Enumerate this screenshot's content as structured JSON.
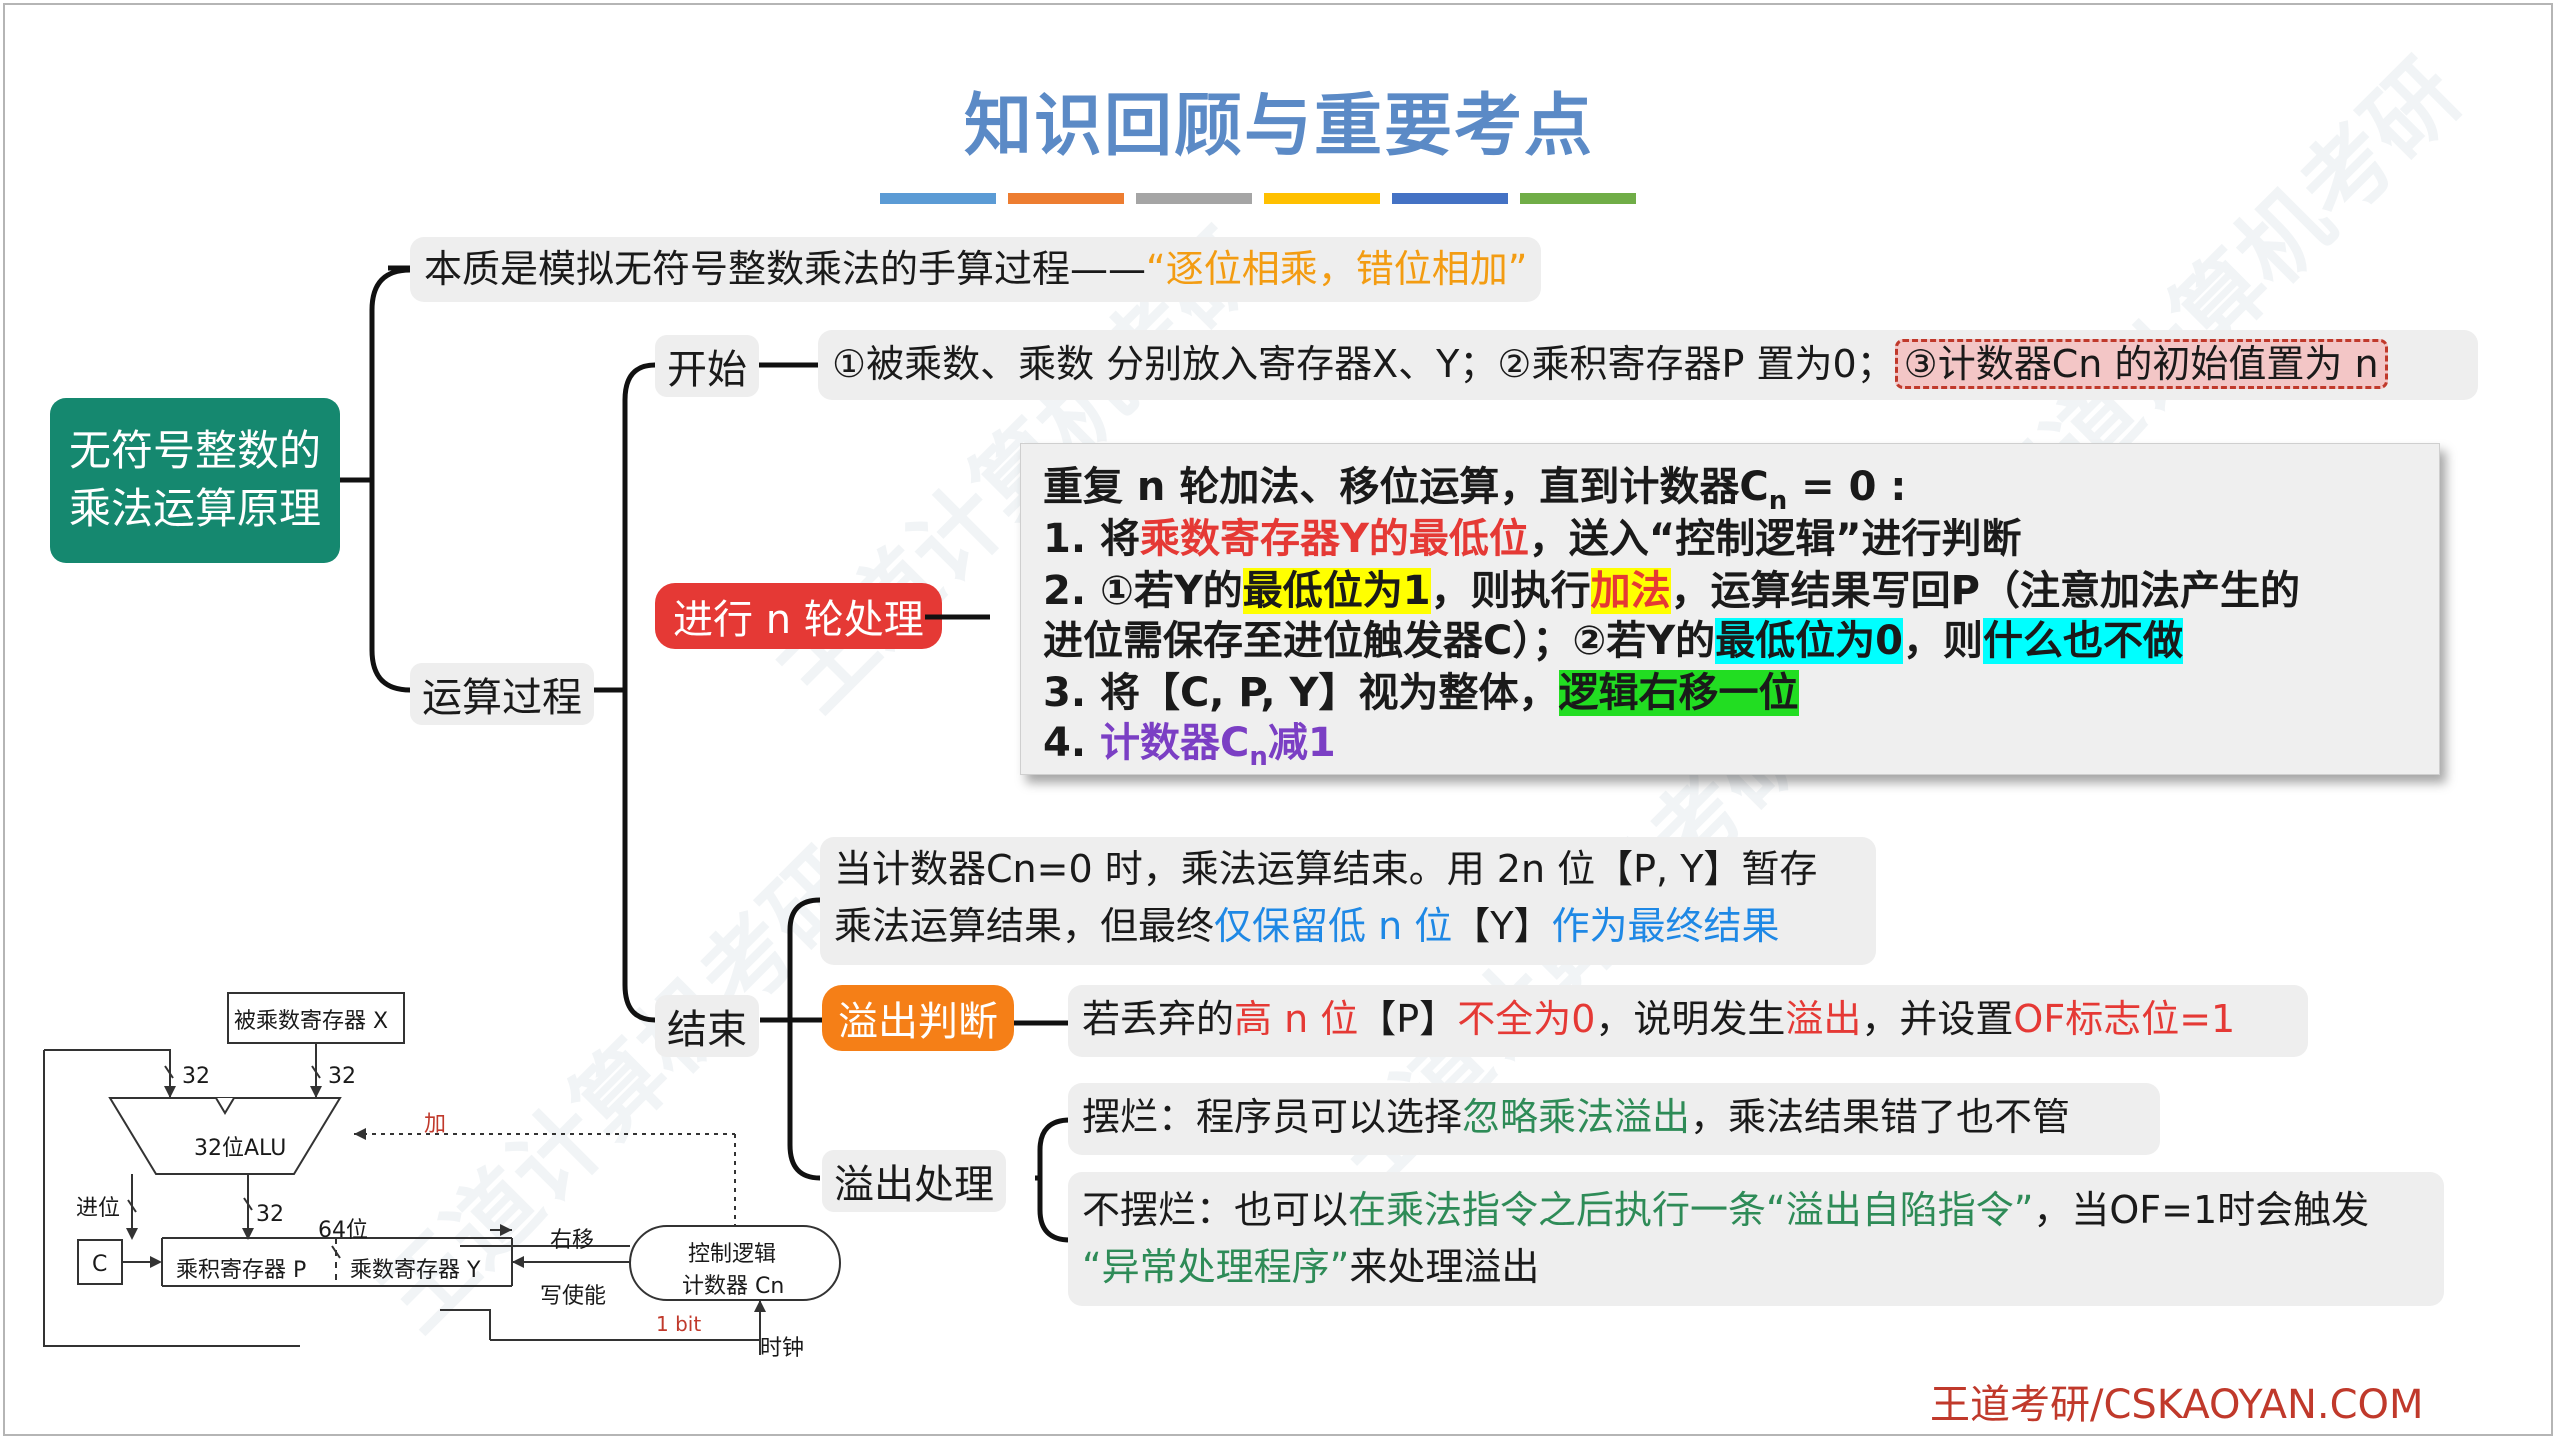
{
  "title": "知识回顾与重要考点",
  "title_bar_colors": [
    "#5b9bd5",
    "#ed7d31",
    "#a5a5a5",
    "#ffc000",
    "#4472c4",
    "#70ad47"
  ],
  "root": {
    "line1": "无符号整数的",
    "line2": "乘法运算原理"
  },
  "essence": {
    "text": "本质是模拟无符号整数乘法的手算过程——",
    "quote": "“逐位相乘，错位相加”"
  },
  "process": {
    "label": "运算过程"
  },
  "start": {
    "label": "开始",
    "text": "①被乘数、乘数 分别放入寄存器X、Y；②乘积寄存器P 置为0；",
    "highlight": "③计数器Cn 的初始值置为 n"
  },
  "loop": {
    "label": "进行 n 轮处理",
    "l0_a": "重复 n 轮加法、移位运算，直到计数器C",
    "l0_sub": "n",
    "l0_b": " = 0 :",
    "l1_a": "1. 将",
    "l1_red": "乘数寄存器Y的最低位",
    "l1_b": "，送入“控制逻辑”进行判断",
    "l2_a": "2. ①若Y的",
    "l2_y1": "最低位为1",
    "l2_b": "，则执行",
    "l2_add": "加法",
    "l2_c": "，运算结果写回P（注意加法产生的",
    "l3_a": "进位需保存至进位触发器C）；②若Y的",
    "l3_c1": "最低位为0",
    "l3_b": "，则",
    "l3_c2": "什么也不做",
    "l4_a": "3. 将【C, P, Y】视为整体，",
    "l4_g": "逻辑右移一位",
    "l5_a": "4. ",
    "l5_p": "计数器C",
    "l5_sub": "n",
    "l5_p2": "减1"
  },
  "end": {
    "label": "结束",
    "line1": "当计数器Cn=0 时，乘法运算结束。用 2n 位【P, Y】暂存",
    "line2_a": "乘法运算结果，但最终",
    "line2_b": "仅保留低 n 位",
    "line2_c": "【Y】",
    "line2_d": "作为最终结果"
  },
  "overflow_check": {
    "label": "溢出判断",
    "a": "若丢弃的",
    "b": "高 n 位",
    "c": "【P】",
    "d": "不全为0",
    "e": "，说明发生",
    "f": "溢出",
    "g": "，并设置",
    "h": "OF标志位=1"
  },
  "overflow_handle": {
    "label": "溢出处理",
    "ignore_a": "摆烂：程序员可以选择",
    "ignore_b": "忽略乘法溢出",
    "ignore_c": "，乘法结果错了也不管",
    "trap_a": "不摆烂：也可以",
    "trap_b": "在乘法指令之后执行一条“溢出自陷指令”",
    "trap_c": "，当OF=1时会触发",
    "trap_d": "“异常处理程序”",
    "trap_e": "来处理溢出"
  },
  "hardware": {
    "reg_x": "被乘数寄存器 X",
    "w32a": "32",
    "w32b": "32",
    "w32c": "32",
    "alu": "32位ALU",
    "add": "加",
    "carry": "进位",
    "c": "C",
    "reg_p": "乘积寄存器 P",
    "reg_y": "乘数寄存器 Y",
    "w64": "64位",
    "shr": "右移",
    "we": "写使能",
    "ctrl1": "控制逻辑",
    "ctrl2": "计数器 Cn",
    "bit1": "1 bit",
    "clock": "时钟"
  },
  "brand": "王道考研/CSKAOYAN.COM"
}
